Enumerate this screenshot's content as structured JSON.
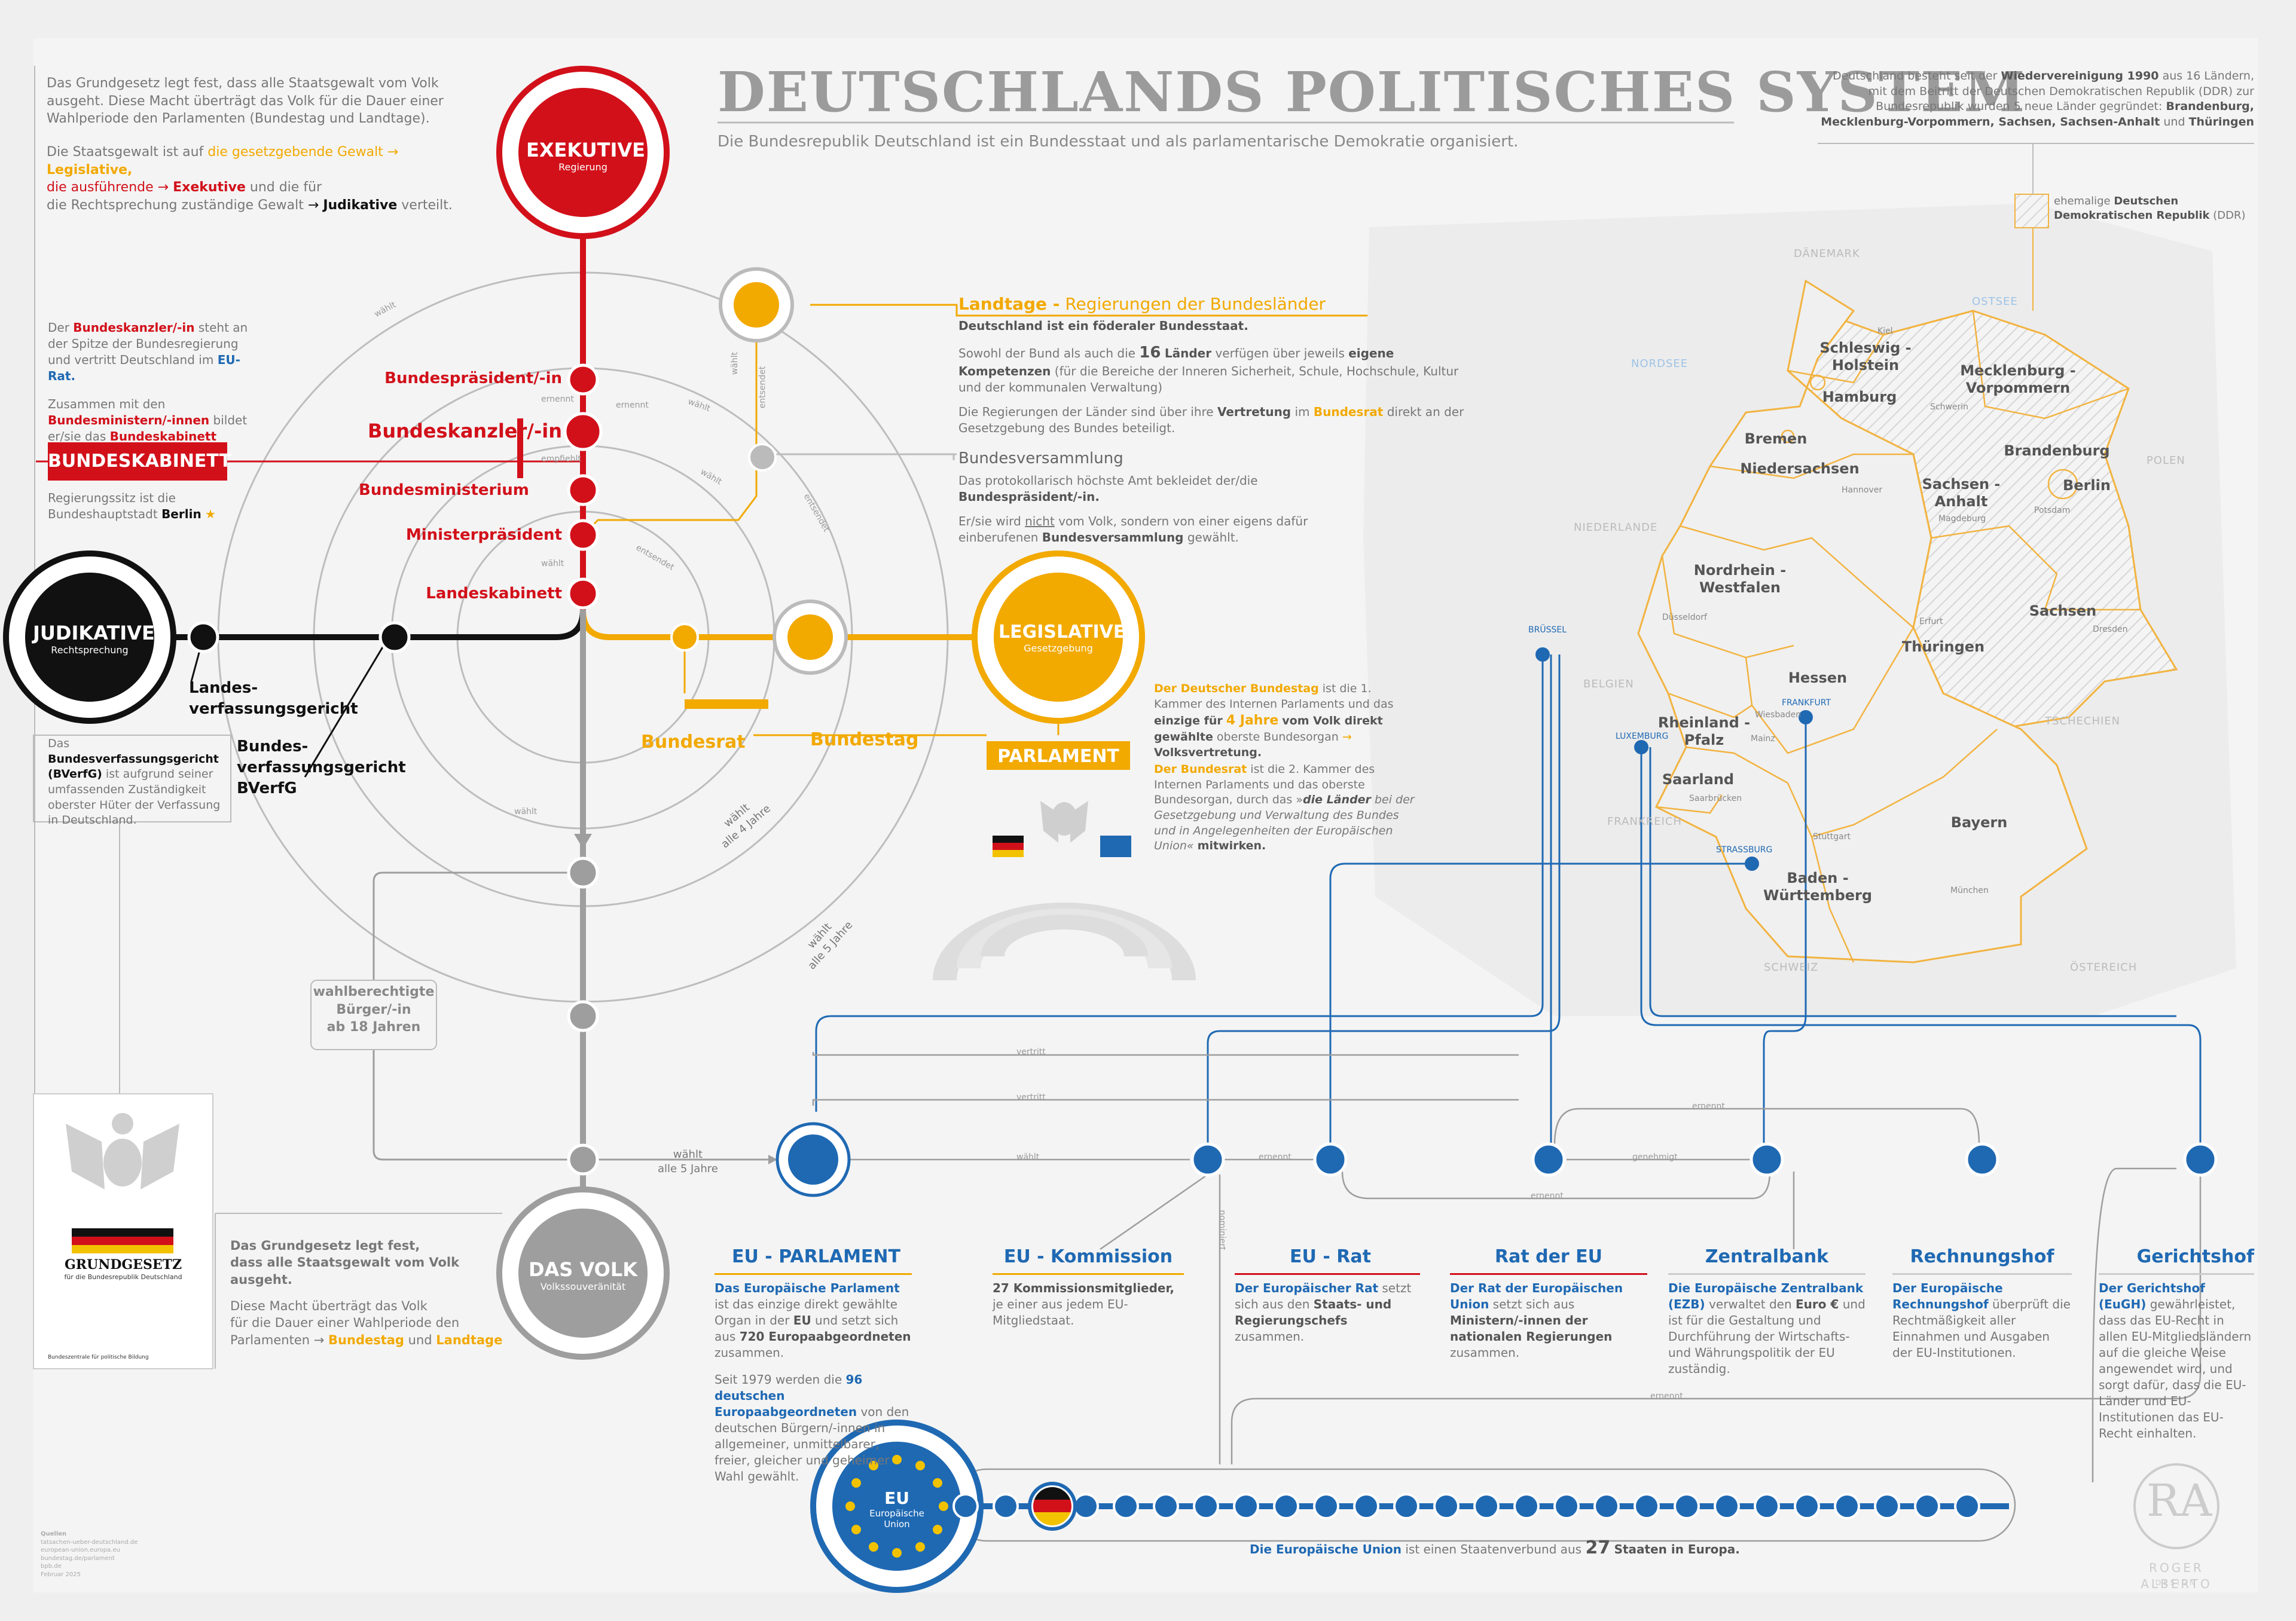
{
  "title": "DEUTSCHLANDS POLITISCHES SYSTEM",
  "subtitle": "Die Bundesrepublik Deutschland ist ein Bundesstaat und als parlamentarische Demokratie organisiert.",
  "intro": {
    "p1": "Das Grundgesetz legt fest, dass alle Staatsgewalt vom Volk ausgeht. Diese Macht überträgt das Volk für die Dauer einer Wahlperiode den Parlamenten (Bundestag und Landtage).",
    "p2a": "Die Staatsgewalt ist auf",
    "p2b": "die gesetzgebende Gewalt",
    "p2c": "Legislative,",
    "p2d": "die ausführende",
    "p2e": "Exekutive",
    "p2f": "und die für",
    "p2g": "die Rechtsprechung zuständige Gewalt",
    "p2h": "Judikative",
    "p2i": "verteilt."
  },
  "kanzler_info": {
    "a": "Der",
    "b": "Bundeskanzler/-in",
    "c": "steht an der Spitze der Bundesregierung und vertritt Deutschland im",
    "d": "EU-Rat.",
    "e": "Zusammen mit den",
    "f": "Bundesministern/-innen",
    "g": "bildet er/sie das",
    "h": "Bundeskabinett",
    "kabinett_box": "BUNDESKABINETT",
    "sitz_a": "Regierungssitz ist die Bundeshauptstadt",
    "sitz_b": "Berlin"
  },
  "exekutive": {
    "label": "EXEKUTIVE",
    "sub": "Regierung"
  },
  "judikative": {
    "label": "JUDIKATIVE",
    "sub": "Rechtsprechung"
  },
  "legislative": {
    "label": "LEGISLATIVE",
    "sub": "Gesetzgebung"
  },
  "volk": {
    "label": "DAS VOLK",
    "sub": "Volkssouveränität"
  },
  "red_stations": [
    "Bundespräsident/-in",
    "Bundeskanzler/-in",
    "Bundesministerium",
    "Ministerpräsident",
    "Landeskabinett"
  ],
  "judikative_stations": {
    "landes": "Landes-\nverfassungsgericht",
    "bundes": "Bundes-\nverfassungsgericht\nBVerfG"
  },
  "bverfg_info": {
    "a": "Das",
    "b": "Bundesverfassungsgericht (BVerfG)",
    "c": "ist aufgrund seiner umfassenden Zuständigkeit oberster Hüter der Verfassung in Deutschland."
  },
  "legis_stations": {
    "bundesrat": "Bundesrat",
    "bundestag": "Bundestag",
    "parlament": "PARLAMENT"
  },
  "landtage": {
    "heading_a": "Landtage -",
    "heading_b": "Regierungen der Bundesländer",
    "l1": "Deutschland ist ein föderaler Bundesstaat.",
    "l2a": "Sowohl der Bund als auch die",
    "l2b": "16",
    "l2c": "Länder",
    "l2d": "verfügen über jeweils",
    "l2e": "eigene Kompetenzen",
    "l2f": "(für die Bereiche der Inneren Sicherheit, Schule, Hochschule, Kultur und der kommunalen Verwaltung)",
    "l3a": "Die Regierungen der Länder sind über ihre",
    "l3b": "Vertretung",
    "l3c": "im",
    "l3d": "Bundesrat",
    "l3e": "direkt an der Gesetzgebung des Bundes beteiligt."
  },
  "bundesversammlung": {
    "heading": "Bundesversammlung",
    "l1a": "Das protokollarisch höchste Amt bekleidet der/die",
    "l1b": "Bundespräsident/-in.",
    "l2a": "Er/sie wird",
    "l2b": "nicht",
    "l2c": "vom Volk, sondern von einer eigens dafür einberufenen",
    "l2d": "Bundesversammlung",
    "l2e": "gewählt."
  },
  "bundestag_info": {
    "a": "Der Deutscher Bundestag",
    "b": "ist die 1. Kammer des Internen Parlaments und das",
    "c": "einzige für",
    "d": "4 Jahre",
    "e": "vom Volk direkt gewählte",
    "f": "oberste Bundesorgan",
    "g": "Volksvertretung."
  },
  "bundesrat_info": {
    "a": "Der Bundesrat",
    "b": "ist die 2. Kammer des Internen Parlaments und das oberste Bundesorgan, durch das »",
    "c": "die Länder",
    "d": "bei der Gesetzgebung und Verwaltung des Bundes und in Angelegenheiten der Europäischen Union« ",
    "e": "mitwirken."
  },
  "line_words": {
    "waehlt": "wählt",
    "ernennt": "ernennt",
    "empfiehlt": "empfiehlt",
    "vertritt": "vertritt",
    "genehmigt": "genehmigt",
    "nominiert": "nominiert",
    "entsendet": "entsendet",
    "waehlt4": "wählt\nalle 4 Jahre",
    "waehlt5": "wählt\nalle 5 Jahre",
    "waehlt_eu": "wählt\nalle 5 Jahre"
  },
  "buerger": "wahlberechtigte\nBürger/-in\nab 18 Jahren",
  "grundgesetz": {
    "title": "GRUNDGESETZ",
    "sub": "für die Bundesrepublik Deutschland",
    "foot": "Bundeszentrale für politische Bildung"
  },
  "volk_info": {
    "a": "Das Grundgesetz legt fest,\ndass alle Staatsgewalt vom Volk ausgeht.",
    "b": "Diese Macht überträgt das Volk\nfür die Dauer einer Wahlperiode den\nParlamenten",
    "c": "Bundestag",
    "d": "und",
    "e": "Landtage"
  },
  "eu_bodies": [
    {
      "name": "EU - PARLAMENT",
      "text_a": "Das Europäische Parlament",
      "text_b": " ist das einzige direkt gewählte Organ in der ",
      "text_c": "EU",
      "text_d": " und setzt sich aus ",
      "text_e": "720 Europaabgeordneten",
      "text_f": " zusammen.",
      "text2_a": "Seit 1979 werden die ",
      "text2_b": "96 deutschen Europaabgeordneten",
      "text2_c": " von den deutschen Bürgern/-innen in allgemeiner, unmittelbarer, freier, gleicher und geheimer Wahl gewählt."
    },
    {
      "name": "EU - Kommission",
      "text_a": "27 Kommissionsmitglieder,",
      "text_b": " je einer aus jedem EU-Mitgliedstaat."
    },
    {
      "name": "EU - Rat",
      "text_a": "Der Europäischer Rat",
      "text_b": " setzt sich aus den ",
      "text_c": "Staats- und Regierungschefs",
      "text_d": " zusammen."
    },
    {
      "name": "Rat der EU",
      "text_a": "Der Rat der Europäischen Union",
      "text_b": " setzt sich aus ",
      "text_c": "Ministern/-innen der nationalen Regierungen",
      "text_d": " zusammen."
    },
    {
      "name": "Zentralbank",
      "text_a": "Die Europäische Zentralbank (EZB)",
      "text_b": " verwaltet den ",
      "text_c": "Euro €",
      "text_d": " und ist für die Gestaltung und Durchführung der Wirtschafts- und Währungspolitik der EU zuständig."
    },
    {
      "name": "Rechnungshof",
      "text_a": "Der Europäische Rechnungshof",
      "text_b": " überprüft die Rechtmäßigkeit aller Einnahmen und Ausgaben der EU-Institutionen."
    },
    {
      "name": "Gerichtshof",
      "text_a": "Der Gerichtshof (EuGH)",
      "text_b": " gewährleistet, dass das EU-Recht in allen EU-Mitgliedsländern auf die gleiche Weise angewendet wird, und sorgt dafür, dass die EU-Länder und EU-Institutionen das EU-Recht einhalten."
    }
  ],
  "eu_main": {
    "label": "EU",
    "sub": "Europäische\nUnion"
  },
  "eu_footer": {
    "a": "Die Europäische Union",
    "b": "ist einen Staatenverbund aus",
    "c": "27",
    "d": "Staaten in Europa."
  },
  "map_info": {
    "a": "Deutschland besteht seit der",
    "b": "Wiedervereinigung 1990",
    "c": "aus 16 Ländern, mit dem Beitritt der Deutschen Demokratischen Republik (DDR) zur Bundesrepublik wurden 5 neue Länder gegründet:",
    "d": "Brandenburg, Mecklenburg-Vorpommern, Sachsen, Sachsen-Anhalt",
    "e": "und",
    "f": "Thüringen",
    "legend_a": "ehemalige",
    "legend_b": "Deutschen Demokratischen Republik",
    "legend_c": "(DDR)"
  },
  "map_states": [
    "Schleswig -\nHolstein",
    "Hamburg",
    "Mecklenburg -\nVorpommern",
    "Bremen",
    "Niedersachsen",
    "Brandenburg",
    "Berlin",
    "Sachsen -\nAnhalt",
    "Nordrhein -\nWestfalen",
    "Sachsen",
    "Hessen",
    "Thüringen",
    "Rheinland -\nPfalz",
    "Saarland",
    "Baden -\nWürttemberg",
    "Bayern"
  ],
  "map_cities": [
    "Kiel",
    "Schwerin",
    "Hannover",
    "Magdeburg",
    "Potsdam",
    "Düsseldorf",
    "Erfurt",
    "Dresden",
    "Wiesbaden",
    "Mainz",
    "Saarbrücken",
    "Stuttgart",
    "München"
  ],
  "map_countries": [
    "DÄNEMARK",
    "OSTSEE",
    "NORDSEE",
    "POLEN",
    "NIEDERLANDE",
    "BELGIEN",
    "TSCHECHIEN",
    "FRANKREICH",
    "SCHWEIZ",
    "ÖSTEREICH"
  ],
  "map_eu_cities": [
    "BRÜSSEL",
    "LUXEMBURG",
    "FRANKFURT",
    "STRASSBURG"
  ],
  "sources": {
    "head": "Quellen",
    "items": [
      "tatsachen-ueber-deutschland.de",
      "european-union.europa.eu",
      "bundestag.de/parlament",
      "bpb.de",
      "Februar 2025"
    ]
  },
  "author": {
    "monogram": "RA",
    "name": "ROGER ALBERTO",
    "role": "DESIGN"
  },
  "colors": {
    "red": "#d2101a",
    "yellow": "#f2a900",
    "blue": "#1f69b3",
    "black": "#111111",
    "grey": "#9e9e9e"
  }
}
